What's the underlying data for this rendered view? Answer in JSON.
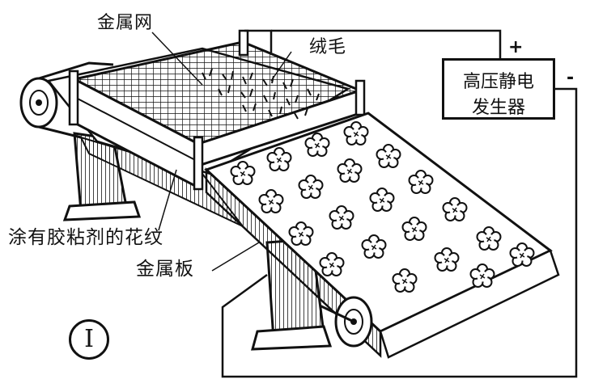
{
  "labels": {
    "metal_mesh": "金属网",
    "flock": "绒毛",
    "positive": "+",
    "negative": "-",
    "adhesive_pattern": "涂有胶粘剂的花纹",
    "metal_plate": "金属板",
    "generator_line1": "高压静电",
    "generator_line2": "发生器",
    "figure_number": "I"
  },
  "colors": {
    "ink": "#111111",
    "paper": "#ffffff"
  },
  "icons": [
    "flower-pattern-icon"
  ]
}
